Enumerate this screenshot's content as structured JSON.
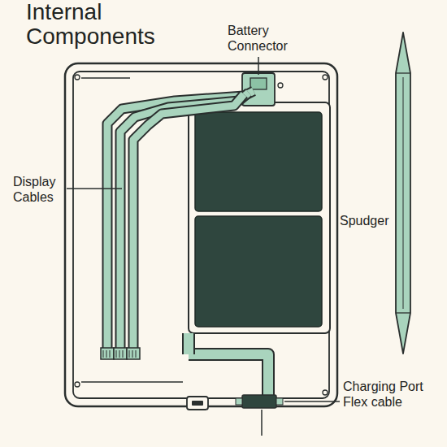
{
  "diagram": {
    "title": "Internal Components",
    "labels": [
      "Battery Connector",
      "Display Cables",
      "Spudger",
      "Charging Port Flex cable"
    ]
  }
}
